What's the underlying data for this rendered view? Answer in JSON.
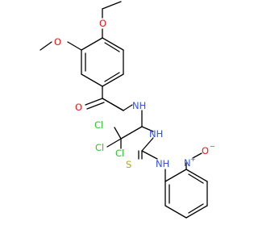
{
  "atoms": {
    "o_methoxy_top": "O",
    "o_methoxy_left": "O",
    "o_carbonyl": "O",
    "nh_amide": "NH",
    "cl1": "Cl",
    "cl2": "Cl",
    "cl3": "Cl",
    "nh_thio1": "NH",
    "s": "S",
    "nh_thio2": "NH",
    "n_nitro": "N",
    "n_nitro_charge": "+",
    "o_nitro": "O",
    "o_nitro_charge": "−"
  },
  "colors": {
    "carbon": "#000000",
    "oxygen": "#ff0d0d",
    "nitrogen": "#3050f8",
    "chlorine": "#1fcd1f",
    "sulfur": "#b2a700"
  }
}
